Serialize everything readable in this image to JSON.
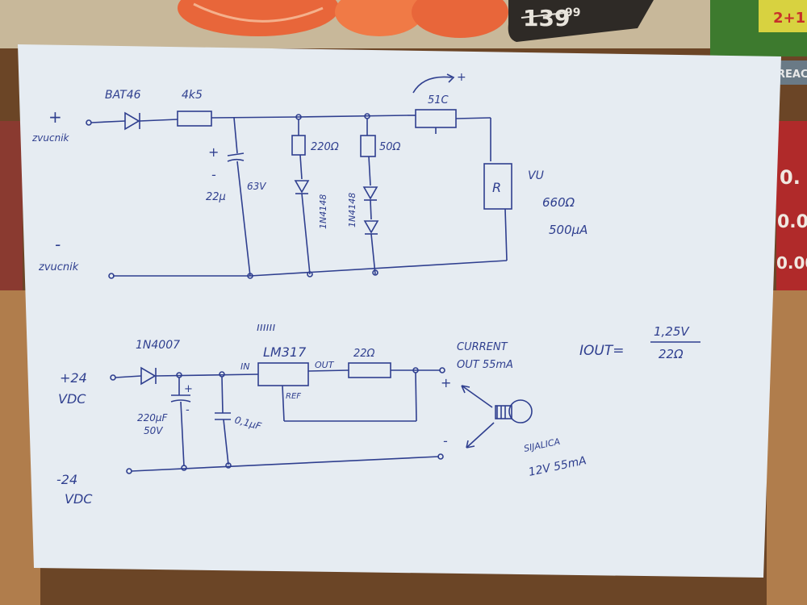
{
  "background": {
    "price_tag": {
      "main": "139",
      "cents": "99"
    },
    "flyer_right": {
      "label_top": "2+1",
      "label_mid": "REAC",
      "label_a": "0.",
      "label_b": "0.0",
      "label_c": "0.00"
    }
  },
  "colors": {
    "ink": "#2f3f8f",
    "paper": "#e6ecf2",
    "table": "#6b4526"
  },
  "circuit1": {
    "plus_in": "+",
    "in_pos": "zvucnik",
    "in_neg": "zvucnik",
    "minus_in": "-",
    "diode": "BAT46",
    "resistor1": "4k5",
    "cap_plus": "+",
    "cap_minus": "-",
    "cap_value": "22µ",
    "cap_voltage": "63V",
    "resistor2": "220Ω",
    "diode2": "1N4148",
    "resistor3": "50Ω",
    "diode3": "1N4148",
    "transistor_label": "51C",
    "transistor_plus": "+",
    "meter_label": "R",
    "meter_name": "VU",
    "meter_r": "660Ω",
    "meter_i": "500µA"
  },
  "circuit2": {
    "v_pos": "+24",
    "vdc1": "VDC",
    "v_neg": "-24",
    "vdc2": "VDC",
    "diode": "1N4007",
    "cap1": "220µF",
    "cap1_v": "50V",
    "cap1_plus": "+",
    "cap1_minus": "-",
    "cap2": "0,1µF",
    "squiggle": "ıııııı",
    "regulator": "LM317",
    "pin_in": "IN",
    "pin_out": "OUT",
    "pin_ref": "REF",
    "resistor": "22Ω",
    "current_label": "CURRENT",
    "current_out": "OUT 55mA",
    "out_plus": "+",
    "out_minus": "-",
    "bulb_name": "SIJALICA",
    "bulb_spec": "12V 55mA",
    "formula_lhs": "IOUT=",
    "formula_num": "1,25V",
    "formula_den": "22Ω"
  }
}
